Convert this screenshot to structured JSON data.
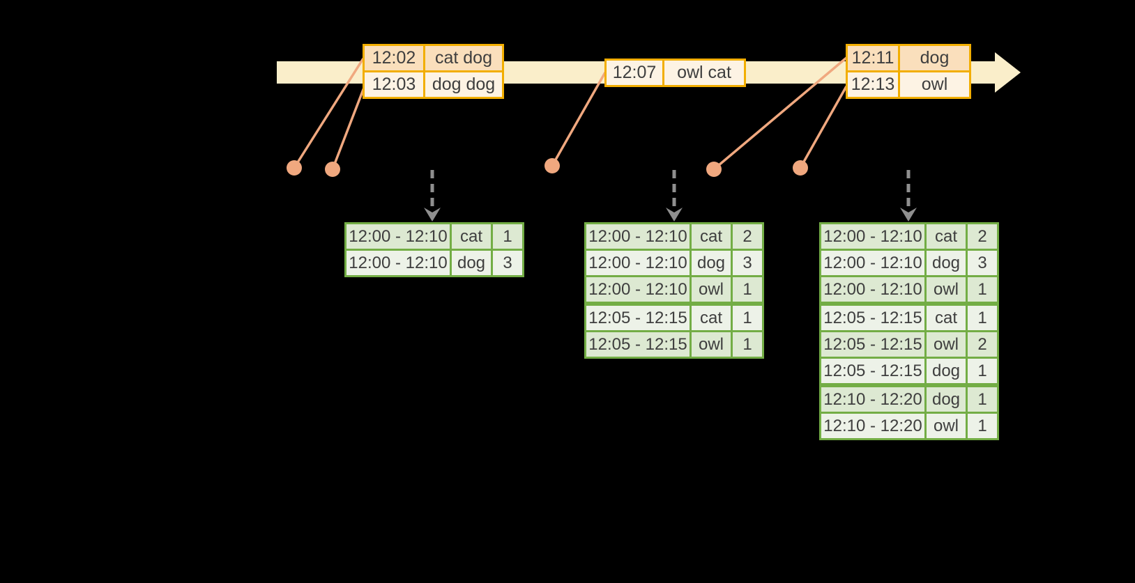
{
  "timeline": {
    "event_tables": [
      {
        "rows": [
          {
            "time": "12:02",
            "words": "cat dog"
          },
          {
            "time": "12:03",
            "words": "dog dog"
          }
        ]
      },
      {
        "rows": [
          {
            "time": "12:07",
            "words": "owl cat"
          }
        ]
      },
      {
        "rows": [
          {
            "time": "12:11",
            "words": "dog"
          },
          {
            "time": "12:13",
            "words": "owl"
          }
        ]
      }
    ]
  },
  "result_tables": [
    {
      "rows": [
        {
          "window": "12:00 - 12:10",
          "word": "cat",
          "count": "1"
        },
        {
          "window": "12:00 - 12:10",
          "word": "dog",
          "count": "3"
        }
      ]
    },
    {
      "rows": [
        {
          "window": "12:00 - 12:10",
          "word": "cat",
          "count": "2"
        },
        {
          "window": "12:00 - 12:10",
          "word": "dog",
          "count": "3"
        },
        {
          "window": "12:00 - 12:10",
          "word": "owl",
          "count": "1"
        },
        {
          "window": "12:05 - 12:15",
          "word": "cat",
          "count": "1"
        },
        {
          "window": "12:05 - 12:15",
          "word": "owl",
          "count": "1"
        }
      ]
    },
    {
      "rows": [
        {
          "window": "12:00 - 12:10",
          "word": "cat",
          "count": "2"
        },
        {
          "window": "12:00 - 12:10",
          "word": "dog",
          "count": "3"
        },
        {
          "window": "12:00 - 12:10",
          "word": "owl",
          "count": "1"
        },
        {
          "window": "12:05 - 12:15",
          "word": "cat",
          "count": "1"
        },
        {
          "window": "12:05 - 12:15",
          "word": "owl",
          "count": "2"
        },
        {
          "window": "12:05 - 12:15",
          "word": "dog",
          "count": "1"
        },
        {
          "window": "12:10 - 12:20",
          "word": "dog",
          "count": "1"
        },
        {
          "window": "12:10 - 12:20",
          "word": "owl",
          "count": "1"
        }
      ]
    }
  ],
  "colors": {
    "background": "#000000",
    "timeline_band": "#faeeca",
    "event_border": "#f2ae00",
    "event_row_peach": "#fadfbc",
    "event_row_cream": "#fdf3e4",
    "connector": "#f0a87f",
    "result_border": "#73ad45",
    "result_row_dark": "#dde9d2",
    "result_row_light": "#edf2e8",
    "arrow_gray": "#8f8f8f",
    "text": "#3e3e3e"
  }
}
